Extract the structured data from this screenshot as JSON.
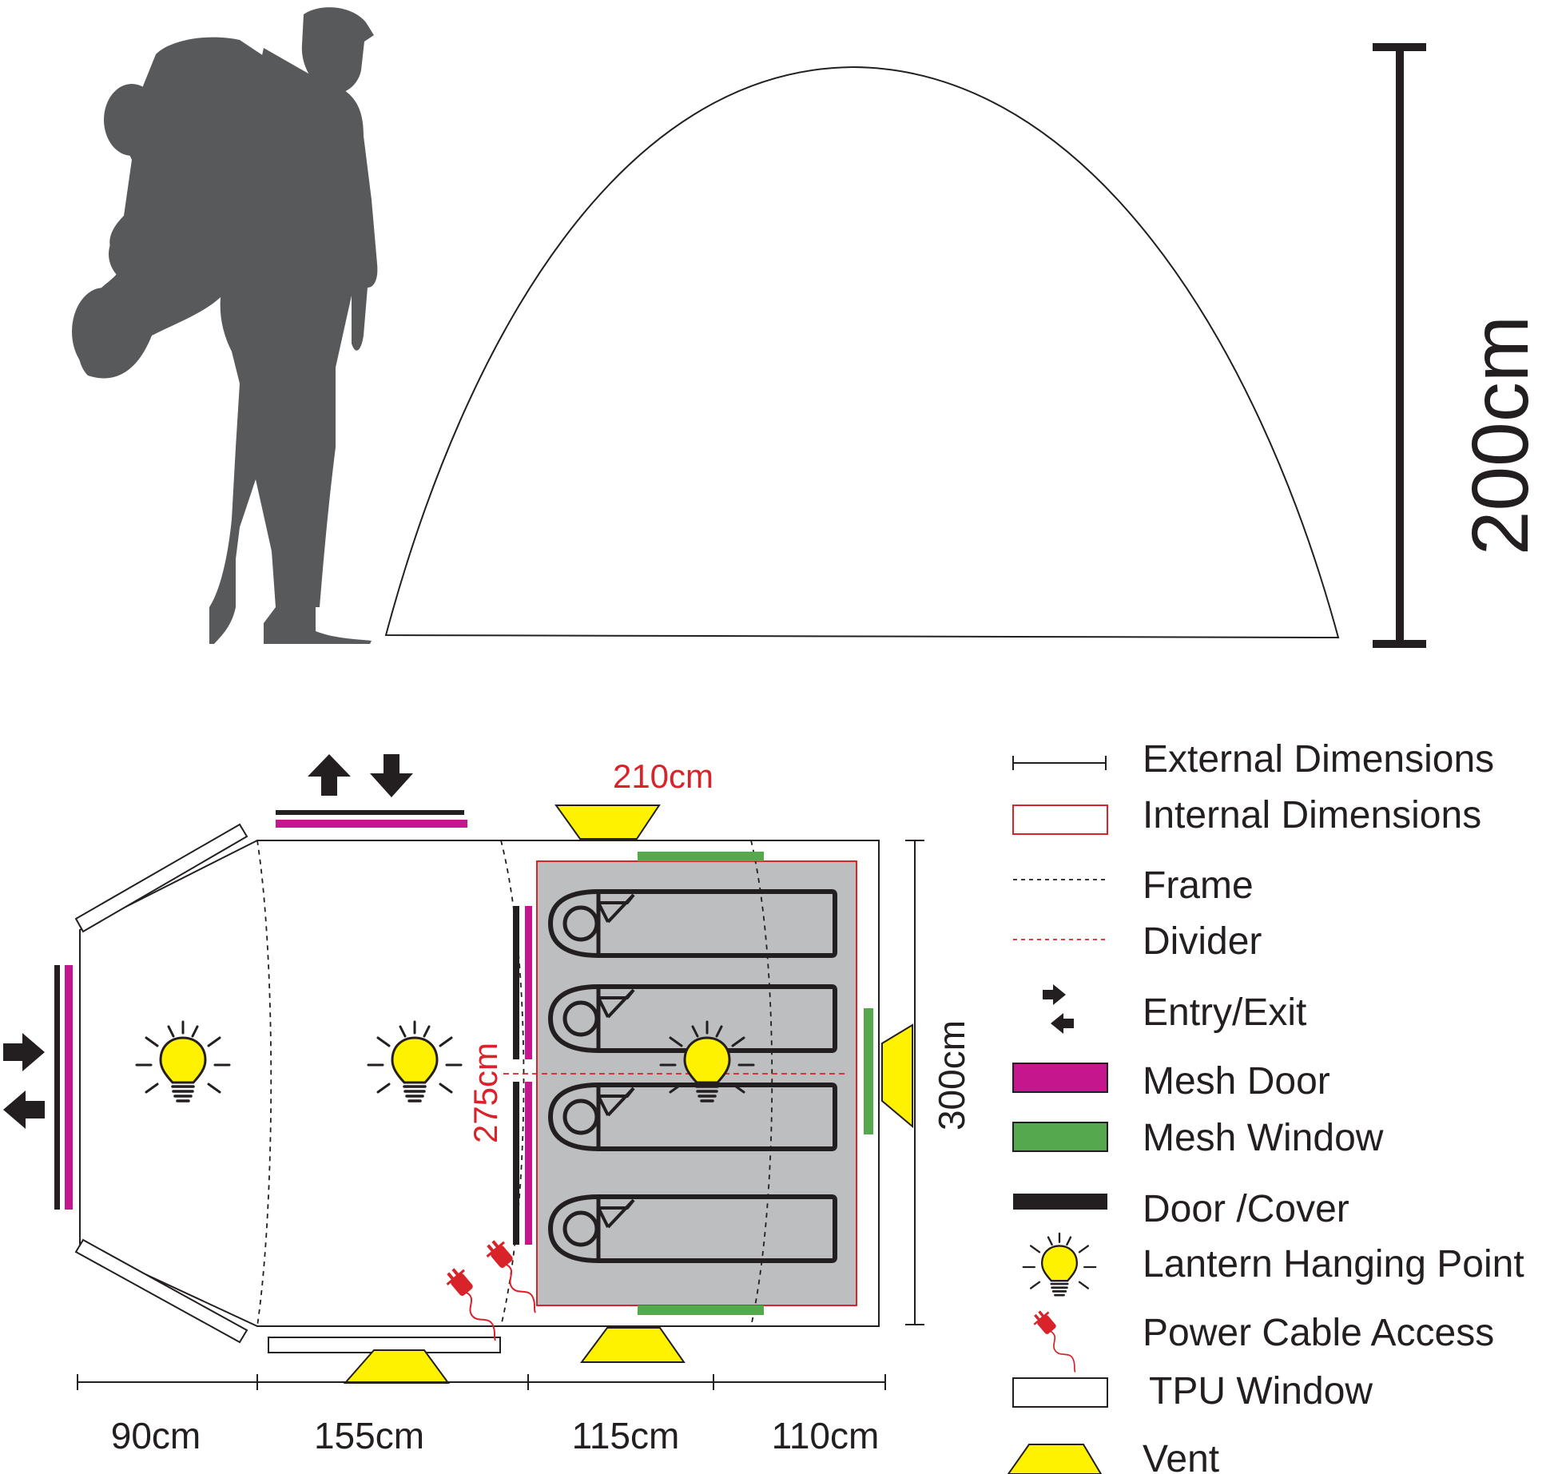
{
  "side_view": {
    "height_label": "200cm"
  },
  "floor_plan": {
    "width_label": "210cm",
    "depth_label": "300cm",
    "divider_label": "275cm",
    "segments": [
      "90cm",
      "155cm",
      "115cm",
      "110cm"
    ]
  },
  "legend": {
    "items": [
      {
        "key": "external",
        "label": "External Dimensions"
      },
      {
        "key": "internal",
        "label": "Internal Dimensions"
      },
      {
        "key": "frame",
        "label": "Frame"
      },
      {
        "key": "divider",
        "label": "Divider"
      },
      {
        "key": "entry",
        "label": "Entry/Exit"
      },
      {
        "key": "mesh_door",
        "label": "Mesh Door"
      },
      {
        "key": "mesh_window",
        "label": "Mesh Window"
      },
      {
        "key": "door_cover",
        "label": "Door /Cover"
      },
      {
        "key": "lantern",
        "label": "Lantern Hanging Point"
      },
      {
        "key": "power",
        "label": "Power Cable Access"
      },
      {
        "key": "tpu",
        "label": "TPU Window"
      },
      {
        "key": "vent",
        "label": "Vent"
      }
    ]
  },
  "colors": {
    "silhouette": "#58595b",
    "mesh_door": "#c6168d",
    "mesh_window": "#56a84f",
    "door_cover": "#231f20",
    "vent": "#fff200",
    "lantern": "#fff200",
    "internal": "#d8232a",
    "bedroom_fill": "#bcbec0",
    "power": "#d8232a"
  },
  "icons": {
    "person": "hiker-silhouette-icon",
    "lantern": "lightbulb-icon",
    "power": "power-plug-icon",
    "sleeping_bag": "sleeping-bag-icon",
    "entry": "entry-exit-arrows-icon"
  }
}
